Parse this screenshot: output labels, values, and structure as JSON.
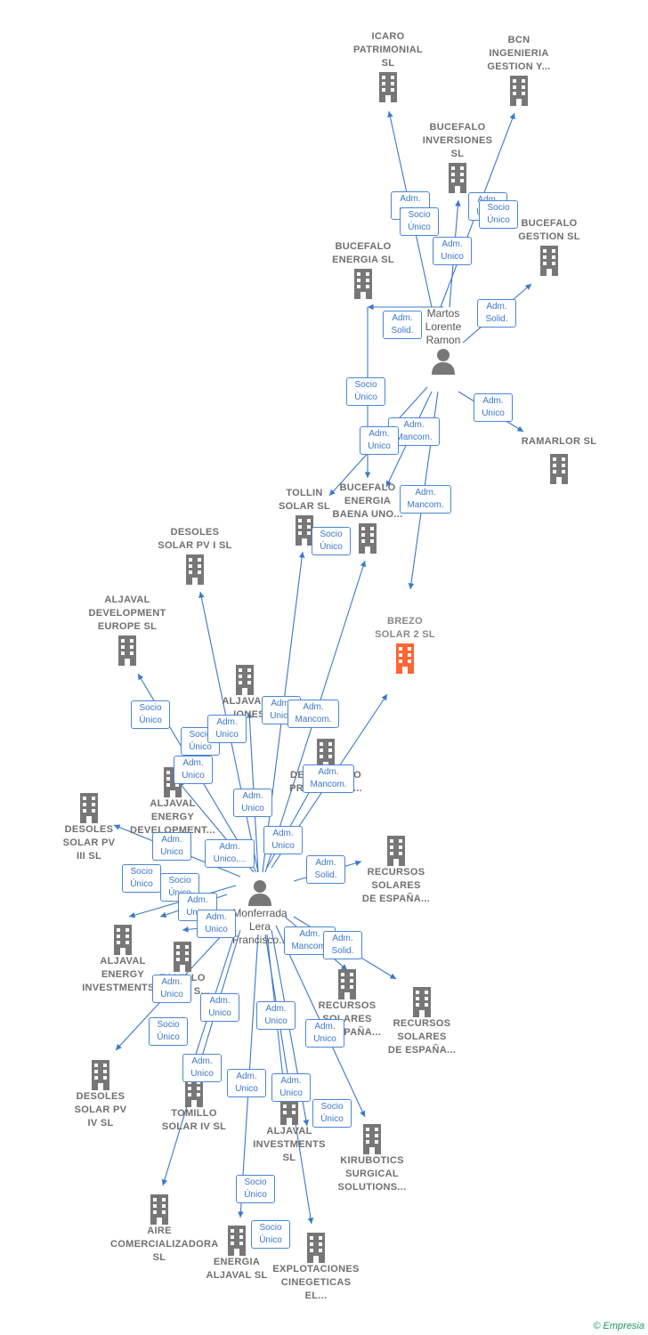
{
  "colors": {
    "edge": "#3b78c8",
    "building": "#777777",
    "highlight": "#ff6633",
    "badge_text": "#3b78c8"
  },
  "persons": {
    "martos": {
      "label": "Martos\nLorente\nRamon"
    },
    "monferrada": {
      "label": "Monferrada\nLera\nFrancisco..."
    }
  },
  "companies": {
    "icaro": "ICARO\nPATRIMONIAL\nSL",
    "bcn": "BCN\nINGENIERIA\nGESTION Y...",
    "bucefalo_inv": "BUCEFALO\nINVERSIONES\nSL",
    "bucefalo_energia": "BUCEFALO\nENERGIA  SL",
    "bucefalo_gestion": "BUCEFALO\nGESTION  SL",
    "ramarlor": "RAMARLOR  SL",
    "tollin": "TOLLIN\nSOLAR  SL",
    "bucefalo_baena": "BUCEFALO\nENERGIA\nBAENA UNO...",
    "desoles_pv1": "DESOLES\nSOLAR PV I  SL",
    "brezo": "BREZO\nSOLAR 2  SL",
    "aljaval_dev_europe": "ALJAVAL\nDEVELOPMENT\nEUROPE  SL",
    "aljaval_mid": "ALJAVAL\n...IONES",
    "aljaval_energy_dev": "ALJAVAL\nENERGY\nDEVELOPMENT...",
    "desoles_pv3": "DESOLES\nSOLAR PV\nIII  SL",
    "desarrollo_promocion": "DESARROLLO\nPROMOCION...",
    "recursos1": "RECURSOS\nSOLARES\nDE ESPAÑA...",
    "aljaval_energy_inv": "ALJAVAL\nENERGY\nINVESTMENTS...",
    "tomillo_solar_s": "TOMILLO\nSOLAR  S...",
    "recursos2": "RECURSOS\nSOLARES\nDE ESPAÑA...",
    "recursos3": "RECURSOS\nSOLARES\nDE ESPAÑA...",
    "desoles_pv4": "DESOLES\nSOLAR PV\nIV  SL",
    "tomillo_iv": "TOMILLO\nSOLAR IV  SL",
    "aljaval_investments": "ALJAVAL\nINVESTMENTS\nSL",
    "kirubotics": "KIRUBOTICS\nSURGICAL\nSOLUTIONS...",
    "aire": "AIRE\nCOMERCIALIZADORA\nSL",
    "energia_aljaval": "ENERGIA\nALJAVAL  SL",
    "explotaciones": "EXPLOTACIONES\nCINEGETICAS\nEL..."
  },
  "badges": {
    "adm_unico": "Adm.\nUnico",
    "socio_unico": "Socio\nÚnico",
    "adm_solid": "Adm.\nSolid.",
    "adm_mancom": "Adm.\nMancom.",
    "adm_unico_trunc": "Adm.\nUnico,..."
  },
  "credit": "© Empresia"
}
